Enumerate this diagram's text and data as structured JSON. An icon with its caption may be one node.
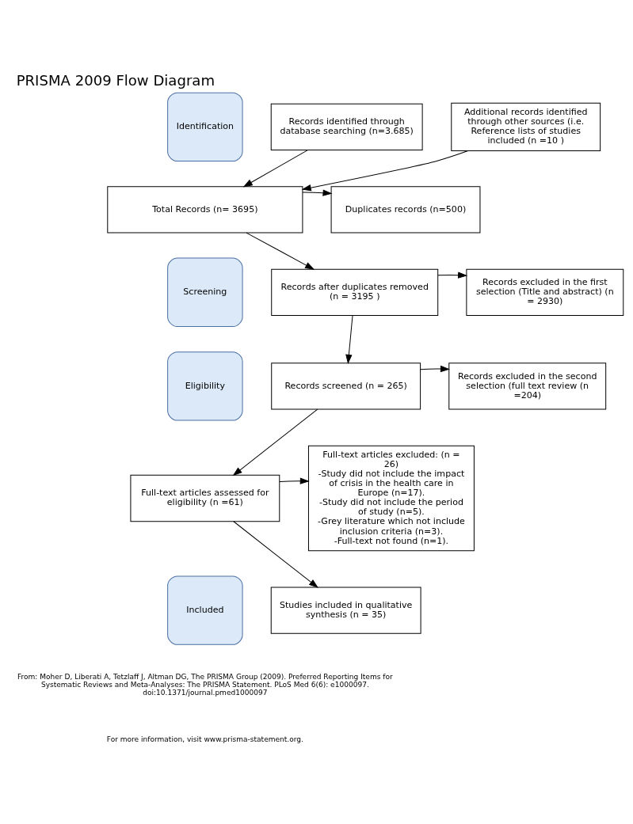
{
  "diagram": {
    "title": "PRISMA 2009 Flow Diagram",
    "nodes": [
      {
        "text": [
          "Identification"
        ]
      },
      {
        "text": [
          "Screening"
        ]
      },
      {
        "text": [
          "Eligibility"
        ]
      },
      {
        "text": [
          "Included"
        ]
      },
      {
        "text": [
          "Records identified through database searching (n=3.685)"
        ]
      },
      {
        "text": [
          "Additional records identified through other sources (i.e. Reference lists of studies included (n =10 )"
        ]
      },
      {
        "text": [
          "Total Records (n= 3695)"
        ]
      },
      {
        "text": [
          "Duplicates records (n=500)"
        ]
      },
      {
        "text": [
          "Records after duplicates removed (n = 3195 )"
        ]
      },
      {
        "text": [
          "Records excluded in the first selection (Title and abstract) (n = 2930)"
        ]
      },
      {
        "text": [
          "Records screened (n = 265)"
        ]
      },
      {
        "text": [
          "Records excluded in the second selection (full text review (n =204)"
        ]
      },
      {
        "text": [
          "Full-text articles assessed for eligibility (n =61)"
        ]
      },
      {
        "text": [
          "Full-text articles excluded: (n = 26)",
          "-Study did not include the impact of crisis in the health care in Europe (n=17).",
          "-Study did not include the period of study (n=5).",
          "-Grey literature which not include inclusion criteria (n=3).",
          "-Full-text not found (n=1)."
        ]
      },
      {
        "text": [
          "Studies included in qualitative synthesis (n = 35)"
        ]
      }
    ],
    "edges": [
      {
        "from": 4,
        "to": 6,
        "arrow": "to"
      },
      {
        "from": 5,
        "to": 6,
        "arrow": "to"
      },
      {
        "from": 6,
        "to": 7,
        "arrow": "to"
      },
      {
        "from": 6,
        "to": 8,
        "arrow": "to"
      },
      {
        "from": 8,
        "to": 9,
        "arrow": "to"
      },
      {
        "from": 8,
        "to": 10,
        "arrow": "to"
      },
      {
        "from": 10,
        "to": 11,
        "arrow": "to"
      },
      {
        "from": 10,
        "to": 12,
        "arrow": "to"
      },
      {
        "from": 12,
        "to": 13,
        "arrow": "to"
      },
      {
        "from": 12,
        "to": 14,
        "arrow": "to"
      }
    ],
    "labels": [
      "From: Moher D, Liberati A, Tetzlaff J, Altman DG, The PRISMA Group (2009). Preferred Reporting Items for Systematic Reviews and Meta-Analyses: The PRISMA Statement. PLoS Med 6(6): e1000097. doi:10.1371/journal.pmed1000097",
      "For more information, visit www.prisma-statement.org."
    ]
  }
}
